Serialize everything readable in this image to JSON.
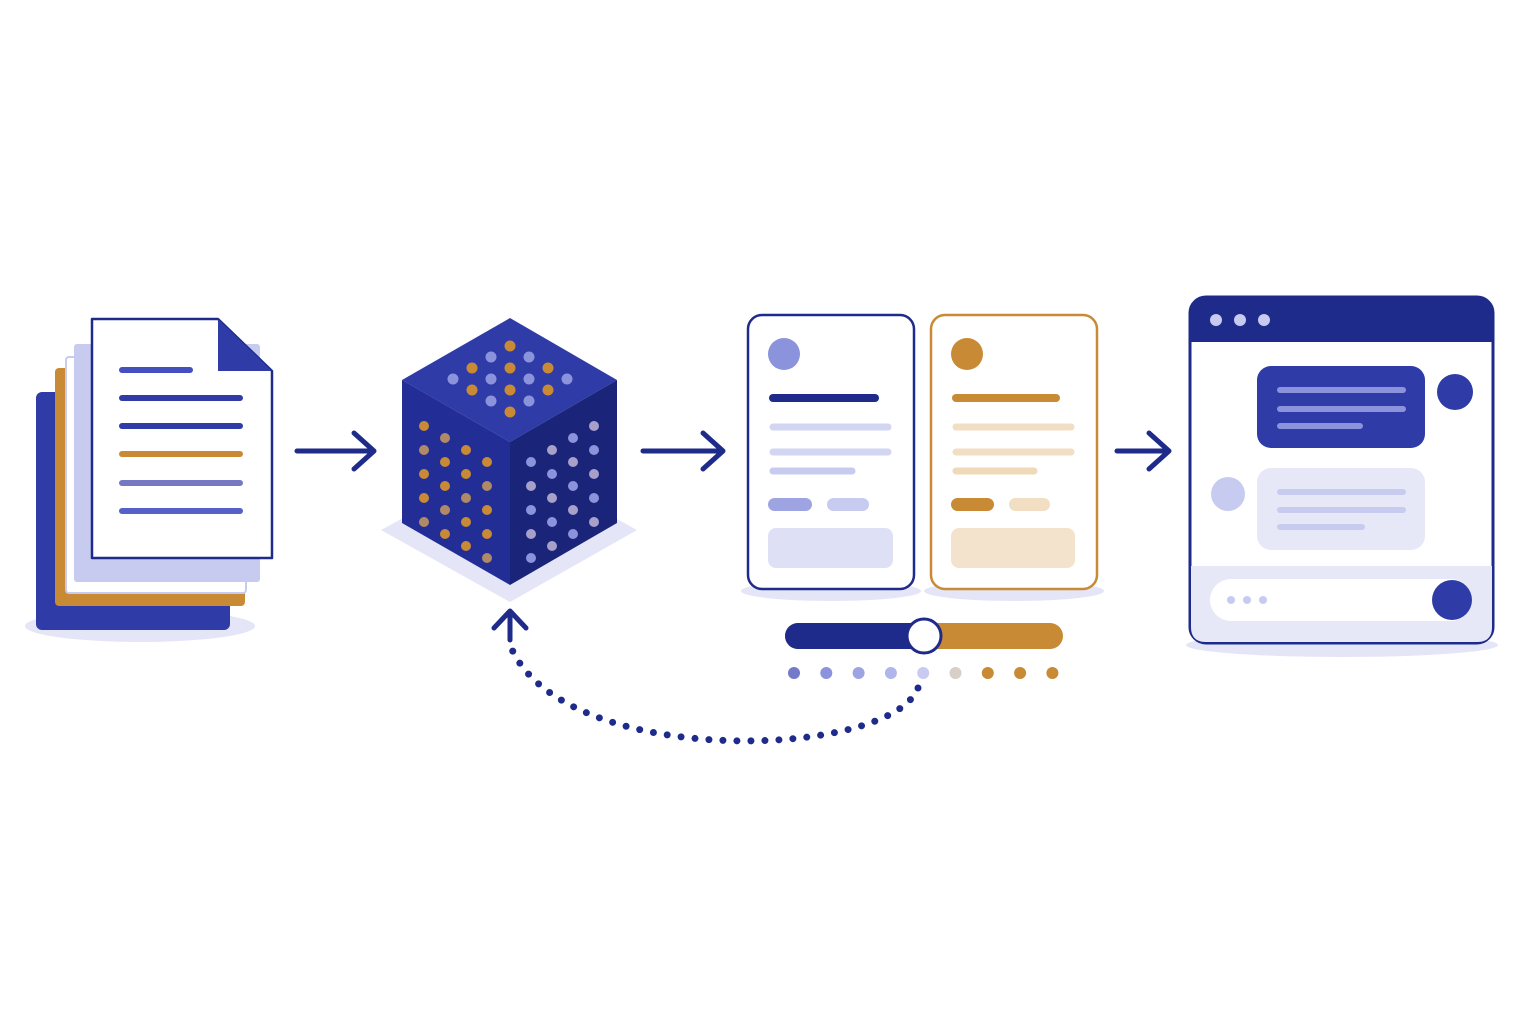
{
  "colors": {
    "navy": "#1E2B8A",
    "indigo": "#2F3BA6",
    "indigo_mid": "#4450C0",
    "periwinkle": "#8C93DD",
    "lavender": "#C7CBF0",
    "lavender_light": "#E1E3F7",
    "shadow": "#E4E6F8",
    "gold": "#C98A35",
    "gold_light": "#EFD9B9",
    "gold_pale": "#F3E3CC",
    "white": "#FFFFFF"
  },
  "stages": [
    {
      "id": "documents",
      "icon": "document-stack-icon"
    },
    {
      "id": "model",
      "icon": "model-cube-icon"
    },
    {
      "id": "responses",
      "icon": "response-cards-icon"
    },
    {
      "id": "chat",
      "icon": "chat-window-icon"
    }
  ],
  "preference_slider": {
    "value": 0.5
  },
  "flow": {
    "arrows": 3,
    "feedback_loop": "responses-to-model"
  }
}
